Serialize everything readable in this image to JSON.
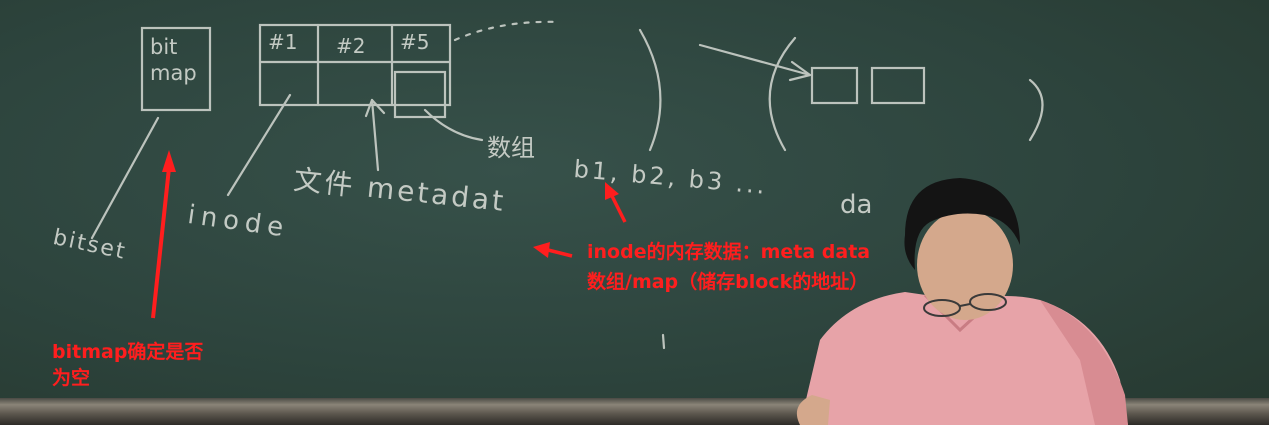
{
  "chalk": {
    "box_bitmap": "bit map",
    "cell_1": "#1",
    "cell_2": "#2",
    "cell_3": "#5",
    "bitset": "bitset",
    "inode": "inode",
    "file_metadata": "文件 metadat",
    "array_label": "数组",
    "blocks": "b1, b2, b3 ...",
    "data_partial": "da"
  },
  "annotations": {
    "bitmap_note_line1": "bitmap确定是否",
    "bitmap_note_line2": "为空",
    "inode_note_line1": "inode的内存数据：meta data",
    "inode_note_line2": "数组/map（储存block的地址）"
  },
  "colors": {
    "board": "#2d443d",
    "chalk": "#d8dcd6",
    "annotation": "#ff1e1e",
    "shirt": "#e7a3a8"
  }
}
